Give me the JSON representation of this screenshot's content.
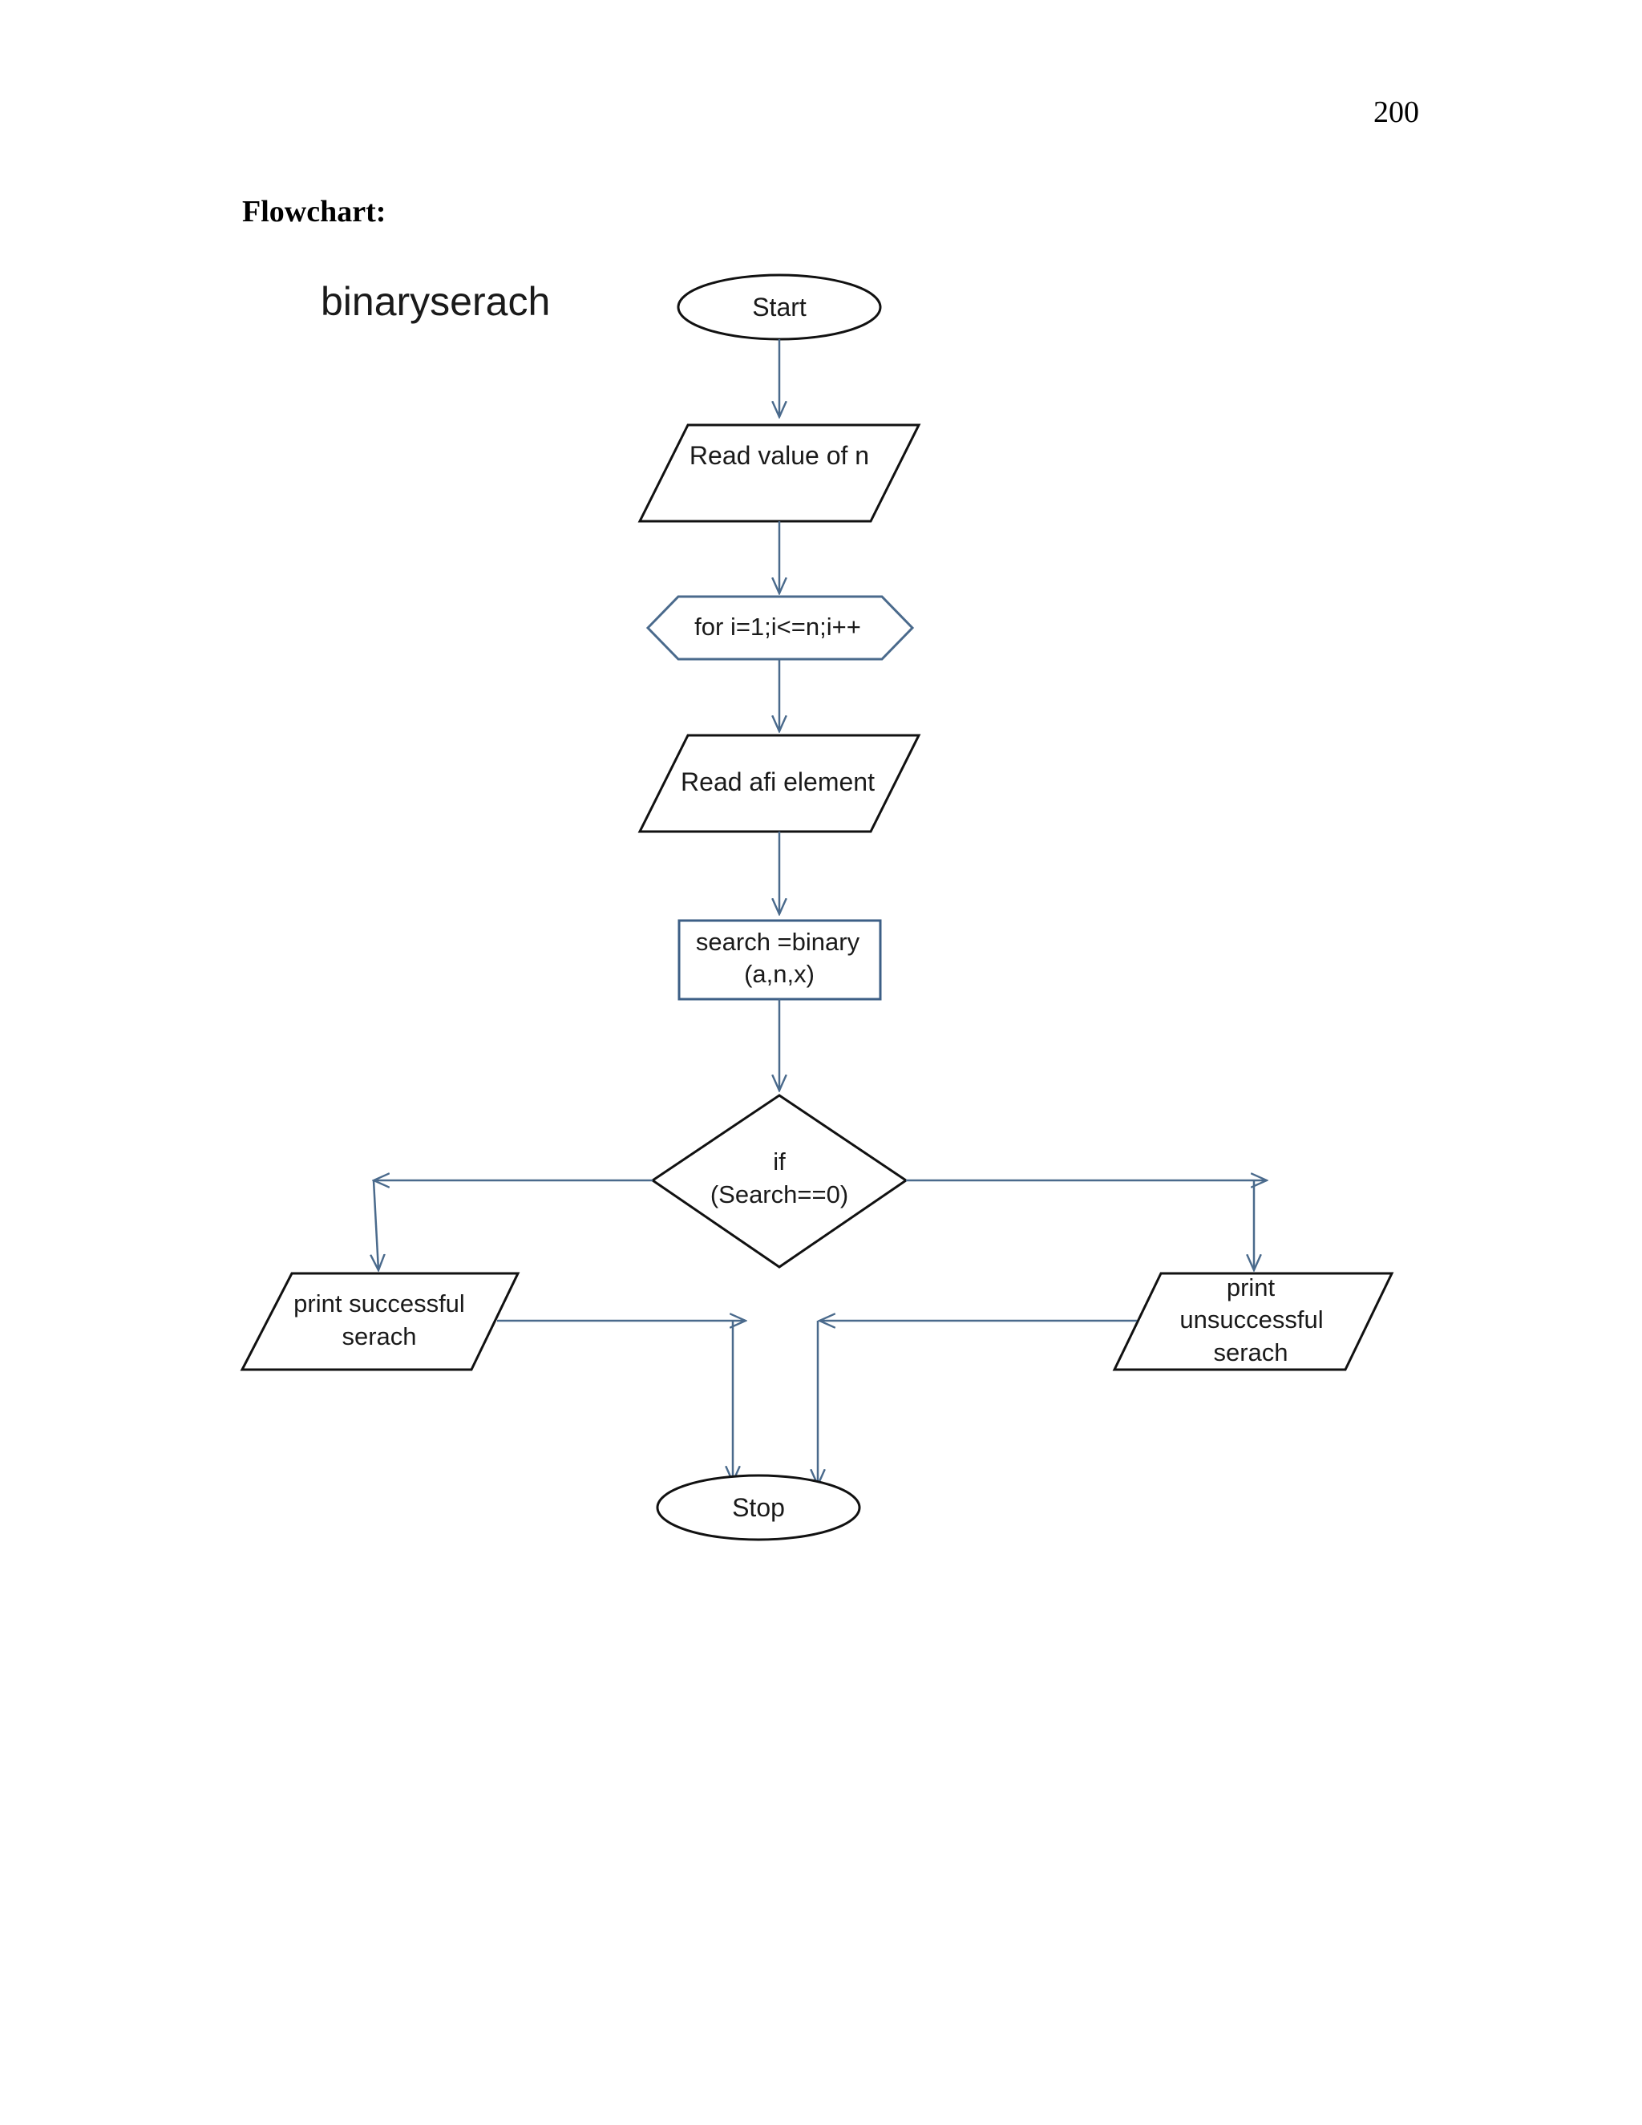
{
  "page": {
    "number": "200",
    "heading": "Flowchart:"
  },
  "diagram": {
    "title": "binaryserach",
    "nodes": {
      "start": "Start",
      "read_n": "Read value of n",
      "loop": "for i=1;i<=n;i++",
      "read_a": "Read afi element",
      "search_1": "search =binary",
      "search_2": "(a,n,x)",
      "decision_1": "if",
      "decision_2": "(Search==0)",
      "success_1": "print successful",
      "success_2": "serach",
      "fail_1": "print",
      "fail_2": "unsuccessful",
      "fail_3": "serach",
      "stop": "Stop"
    },
    "colors": {
      "connector": "#4a6a8c",
      "shape_stroke": "#111111",
      "process_stroke": "#3d5f86"
    }
  }
}
